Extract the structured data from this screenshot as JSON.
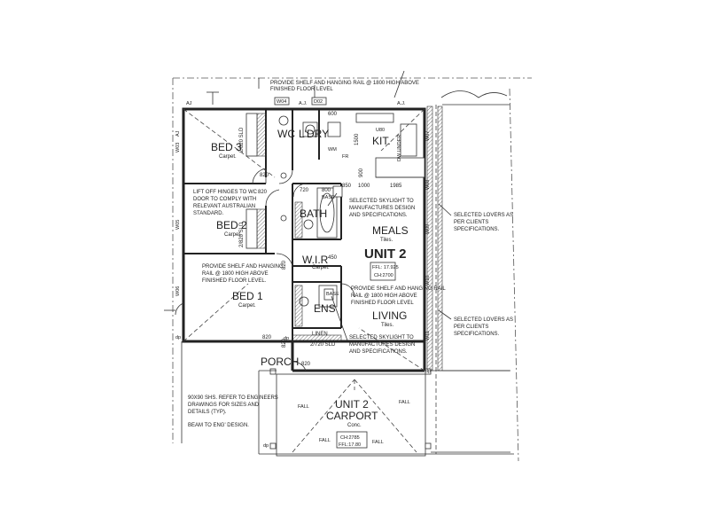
{
  "rooms": {
    "bed3": {
      "label": "BED 3",
      "finish": "Carpet."
    },
    "bed2": {
      "label": "BED 2",
      "finish": "Carpet."
    },
    "bed1": {
      "label": "BED 1",
      "finish": "Carpet."
    },
    "wc": {
      "label": "WC"
    },
    "ldry": {
      "label": "L'DRY"
    },
    "kit": {
      "label": "KIT."
    },
    "bath": {
      "label": "BATH"
    },
    "wir": {
      "label": "W.I.R",
      "finish": "Carpet."
    },
    "ens": {
      "label": "ENS"
    },
    "meals": {
      "label": "MEALS",
      "finish": "Tiles."
    },
    "living": {
      "label": "LIVING",
      "finish": "Tiles."
    },
    "porch": {
      "label": "PORCH"
    },
    "linen": {
      "label": "LINEN"
    },
    "carport": {
      "line1": "UNIT 2",
      "line2": "CARPORT",
      "finish": "Conc."
    }
  },
  "unit": {
    "label": "UNIT 2",
    "ffl": "FFL: 17.925",
    "ch": "CH:2700"
  },
  "carport_levels": {
    "ch": "CH:2785",
    "ffl": "FFL:17.80"
  },
  "notes": {
    "top_shelf_1": "PROVIDE SHELF AND HANGING RAIL @ 1800 HIGH  ABOVE",
    "top_shelf_2": "FINISHED FLOOR LEVEL",
    "liftoff_1": "LIFT OFF HINGES TO WC",
    "liftoff_2": "DOOR TO COMPLY WITH",
    "liftoff_3": "RELEVANT AUSTRALIAN",
    "liftoff_4": "STANDARD.",
    "bed1_shelf_1": "PROVIDE SHELF AND HANGING",
    "bed1_shelf_2": "RAIL @ 1800 HIGH  ABOVE",
    "bed1_shelf_3": "FINISHED FLOOR LEVEL.",
    "sky1_1": "SELECTED SKYLIGHT TO",
    "sky1_2": "MANUFACTURES DESIGN",
    "sky1_3": "AND SPECIFICATIONS.",
    "ens_shelf_1": "PROVIDE SHELF AND HANGING RAIL",
    "ens_shelf_2": "RAIL @ 1800 HIGH  ABOVE",
    "ens_shelf_3": "FINISHED FLOOR LEVEL",
    "sky2_1": "SELECTED SKYLIGHT TO",
    "sky2_2": "MANUFACTURES DESIGN",
    "sky2_3": "AND SPECIFICATIONS.",
    "louver1_1": "SELECTED LOVERS AS",
    "louver1_2": "PER CLIENTS",
    "louver1_3": "SPECIFICATIONS.",
    "louver2_1": "SELECTED LOVERS AS",
    "louver2_2": "PER CLIENTS",
    "louver2_3": "SPECIFICATIONS.",
    "shs_1": "90X90 SHS. REFER TO ENGINEERS",
    "shs_2": "DRAWINGS FOR SIZES AND",
    "shs_3": "DETAILS (TYP).",
    "beam": "BEAM TO ENG' DESIGN."
  },
  "dimensions": {
    "d600": "600",
    "d1500": "1500",
    "d900": "900",
    "d850": "850",
    "d1000": "1000",
    "d1985": "1985",
    "d720": "720",
    "d800": "800",
    "d450": "450",
    "d820a": "820",
    "d820b": "820",
    "d820c": "820",
    "d820d": "820",
    "d820e": "820",
    "d820f": "820",
    "sld1": "2/820 SLD",
    "sld2": "2/820 SLD",
    "sld3": "2/720 SLD",
    "u80": "U80",
    "wm": "WM",
    "fr": "FR",
    "dw": "DW UNDER",
    "base1": "BASE",
    "base2": "BASE"
  },
  "tags": {
    "w04": "W04",
    "d02": "D02",
    "w03": "W03",
    "w05": "W05",
    "w06": "W06",
    "w07": "W07",
    "w08": "W08",
    "w09": "W09",
    "w10": "W10",
    "w11": "W11",
    "aj1": "AJ",
    "aj2": "A.J.",
    "aj3": "AJ",
    "aj4": "A.J.",
    "dp1": "dp",
    "dp2": "dp",
    "dp3": "dp",
    "dp4": "dp",
    "fall1": "FALL",
    "fall2": "FALL",
    "fall3": "FALL",
    "fall4": "FALL"
  }
}
